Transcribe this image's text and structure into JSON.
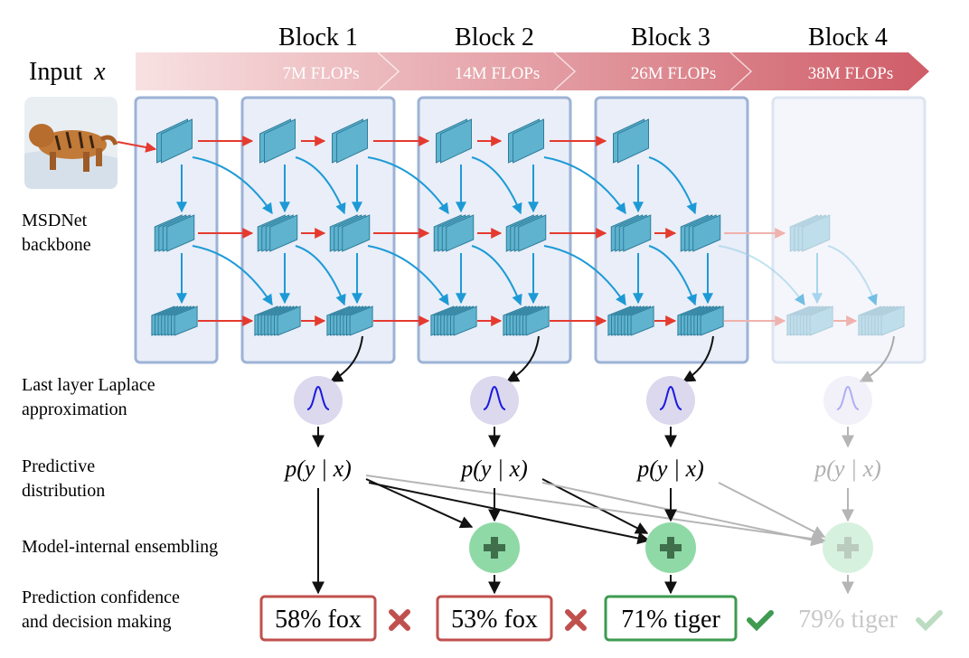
{
  "input": {
    "label": "Input",
    "var": "x",
    "image_icon": "tiger-photo-thumbnail"
  },
  "blocks": [
    {
      "title": "Block 1",
      "flops": "7M FLOPs",
      "active": true
    },
    {
      "title": "Block 2",
      "flops": "14M FLOPs",
      "active": true
    },
    {
      "title": "Block 3",
      "flops": "26M FLOPs",
      "active": true
    },
    {
      "title": "Block 4",
      "flops": "38M FLOPs",
      "active": false
    }
  ],
  "rows": {
    "backbone": [
      "MSDNet",
      "backbone"
    ],
    "laplace": [
      "Last layer Laplace",
      "approximation"
    ],
    "predictive": [
      "Predictive",
      "distribution"
    ],
    "ensembling": [
      "Model-internal ensembling"
    ],
    "decision": [
      "Prediction confidence",
      "and decision making"
    ]
  },
  "predictive_text": "p(y | x)",
  "laplace_icon": "gaussian-curve-icon",
  "ensemble_icon": "plus-icon",
  "predictions": [
    {
      "text": "58% fox",
      "correct": false,
      "boxed": true
    },
    {
      "text": "53% fox",
      "correct": false,
      "boxed": true
    },
    {
      "text": "71% tiger",
      "correct": true,
      "boxed": true
    },
    {
      "text": "79% tiger",
      "correct": true,
      "boxed": false
    }
  ],
  "colors": {
    "wrong": "#c0504d",
    "right": "#3e9b50",
    "blue_arrow": "#1d9ad6",
    "red_arrow": "#e53a2f",
    "block_fill": "#e9eef8",
    "block_stroke": "#9db3d6",
    "cube": "#5fb3cf",
    "laplace_circle": "#dcd8ee",
    "plus_circle": "#8fd9a6"
  }
}
